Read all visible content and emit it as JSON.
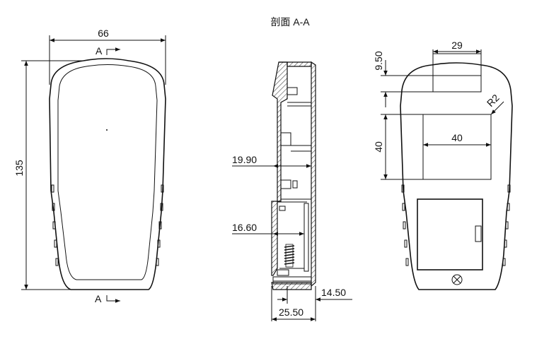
{
  "section_title": "剖面 A-A",
  "front_view": {
    "width_dim": "66",
    "height_dim": "135",
    "section_mark_top": "A",
    "section_mark_bottom": "A"
  },
  "section_view": {
    "dim_upper": "19.90",
    "dim_lower": "16.60",
    "dim_bottom_right": "14.50",
    "dim_overall": "25.50"
  },
  "back_view": {
    "top_window_width": "29",
    "top_offset": "9.50",
    "corner_radius": "R2",
    "square_width": "40",
    "square_height": "40"
  }
}
